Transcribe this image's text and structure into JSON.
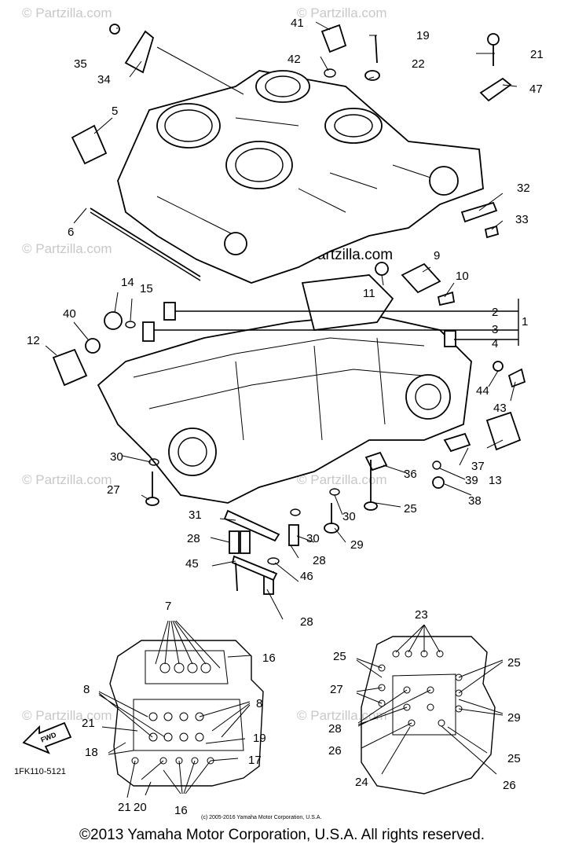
{
  "watermark": "© Partzilla.com",
  "watermark_center": "© Partzilla.com",
  "copyright_small": "(c) 2005-2016 Yamaha Motor Corporation, U.S.A.",
  "footer": "©2013 Yamaha Motor Corporation, U.S.A. All rights reserved.",
  "diagram_code": "1FK110-5121",
  "fwd_label": "FWD",
  "callouts": {
    "c1": "1",
    "c2": "2",
    "c3": "3",
    "c4": "4",
    "c5": "5",
    "c6": "6",
    "c7": "7",
    "c8a": "8",
    "c8b": "8",
    "c9": "9",
    "c10": "10",
    "c11": "11",
    "c12": "12",
    "c13": "13",
    "c14": "14",
    "c15": "15",
    "c16a": "16",
    "c16b": "16",
    "c17": "17",
    "c18": "18",
    "c19a": "19",
    "c19b": "19",
    "c20": "20",
    "c21a": "21",
    "c21b": "21",
    "c21c": "21",
    "c22": "22",
    "c23": "23",
    "c24": "24",
    "c25a": "25",
    "c25b": "25",
    "c25c": "25",
    "c25d": "25",
    "c26a": "26",
    "c26b": "26",
    "c27a": "27",
    "c27b": "27",
    "c28a": "28",
    "c28b": "28",
    "c28c": "28",
    "c28d": "28",
    "c29a": "29",
    "c29b": "29",
    "c30a": "30",
    "c30b": "30",
    "c30c": "30",
    "c31": "31",
    "c32": "32",
    "c33": "33",
    "c34": "34",
    "c35": "35",
    "c36": "36",
    "c37": "37",
    "c38": "38",
    "c39": "39",
    "c40": "40",
    "c41": "41",
    "c42": "42",
    "c43": "43",
    "c44": "44",
    "c45": "45",
    "c46": "46",
    "c47": "47"
  }
}
